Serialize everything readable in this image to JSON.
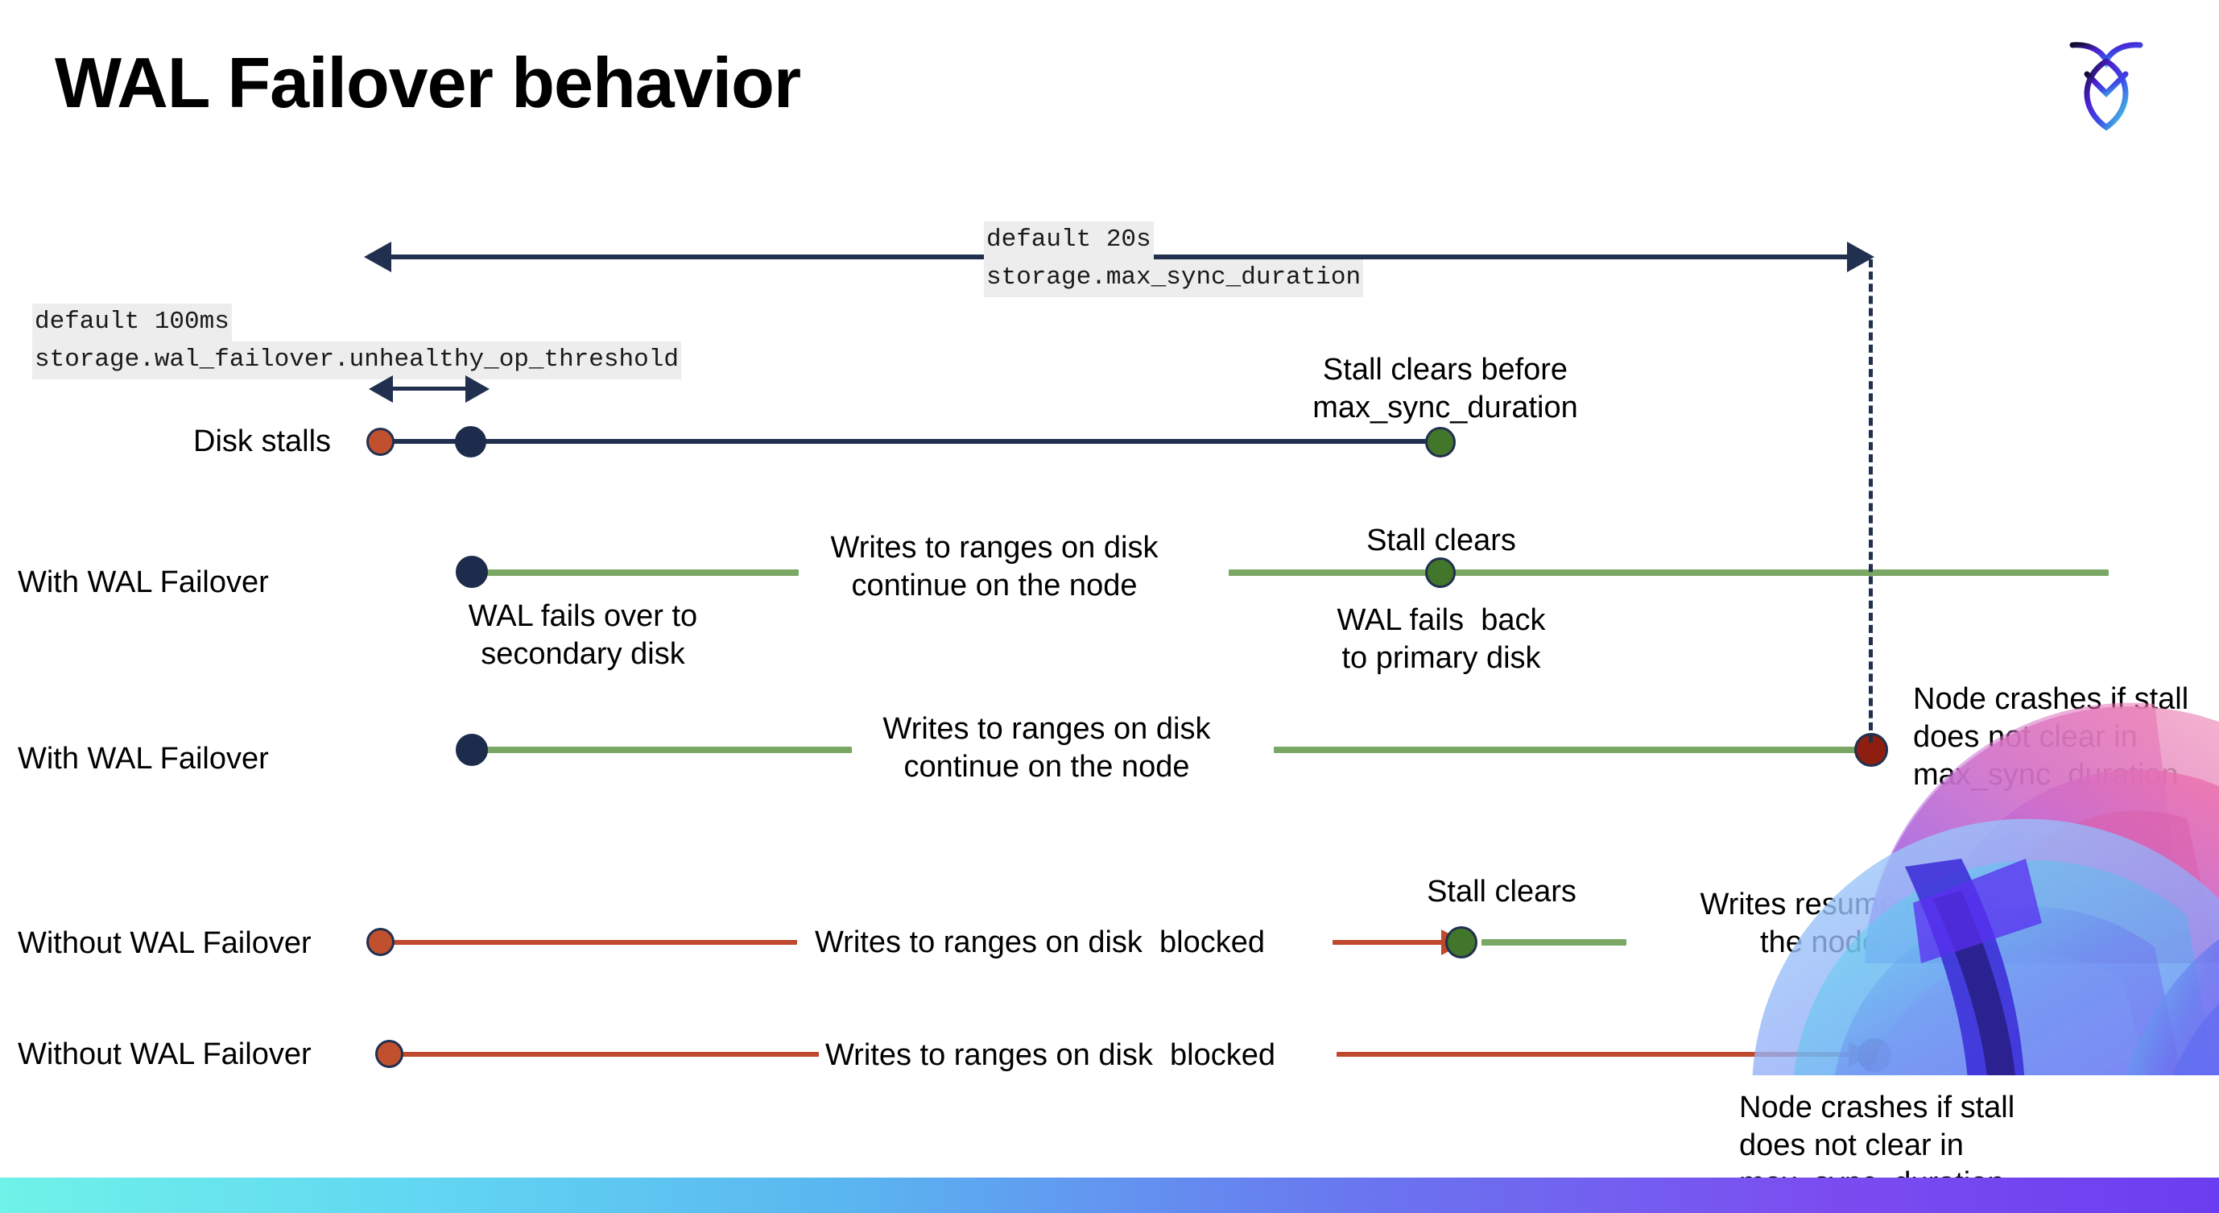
{
  "slide": {
    "title": "WAL Failover behavior",
    "logo_name": "cockroachdb-logo"
  },
  "annotations": {
    "max_sync": {
      "line1": "default 20s",
      "line2": "storage.max_sync_duration"
    },
    "unhealthy": {
      "line1": "default 100ms",
      "line2": "storage.wal_failover.unhealthy_op_threshold"
    }
  },
  "rows": [
    {
      "label": "Disk stalls",
      "notes": {
        "stall_clears_before": "Stall clears before\nmax_sync_duration"
      }
    },
    {
      "label": "With WAL Failover",
      "notes": {
        "writes_continue": "Writes to ranges on disk\ncontinue on the node",
        "fails_over": "WAL fails over to\nsecondary disk",
        "stall_clears": "Stall clears",
        "fails_back": "WAL fails  back\nto primary disk"
      }
    },
    {
      "label": "With WAL Failover",
      "notes": {
        "writes_continue": "Writes to ranges on disk\ncontinue on the node",
        "node_crashes": "Node crashes if stall\ndoes not clear in\nmax_sync_duration"
      }
    },
    {
      "label": "Without WAL Failover",
      "notes": {
        "writes_blocked": "Writes to ranges on disk  blocked",
        "stall_clears": "Stall clears",
        "writes_resume": "Writes resume on\nthe node"
      }
    },
    {
      "label": "Without WAL Failover",
      "notes": {
        "writes_blocked": "Writes to ranges on disk  blocked",
        "node_crashes": "Node crashes if stall\ndoes not clear in\nmax_sync_duration"
      }
    }
  ],
  "colors": {
    "navy": "#22304f",
    "green_line": "#7aa864",
    "green_dot": "#41762b",
    "orange_dot": "#c0502e",
    "red_line": "#c0482c",
    "dark_red_dot": "#8e1f10",
    "mono_highlight": "#ededed"
  }
}
